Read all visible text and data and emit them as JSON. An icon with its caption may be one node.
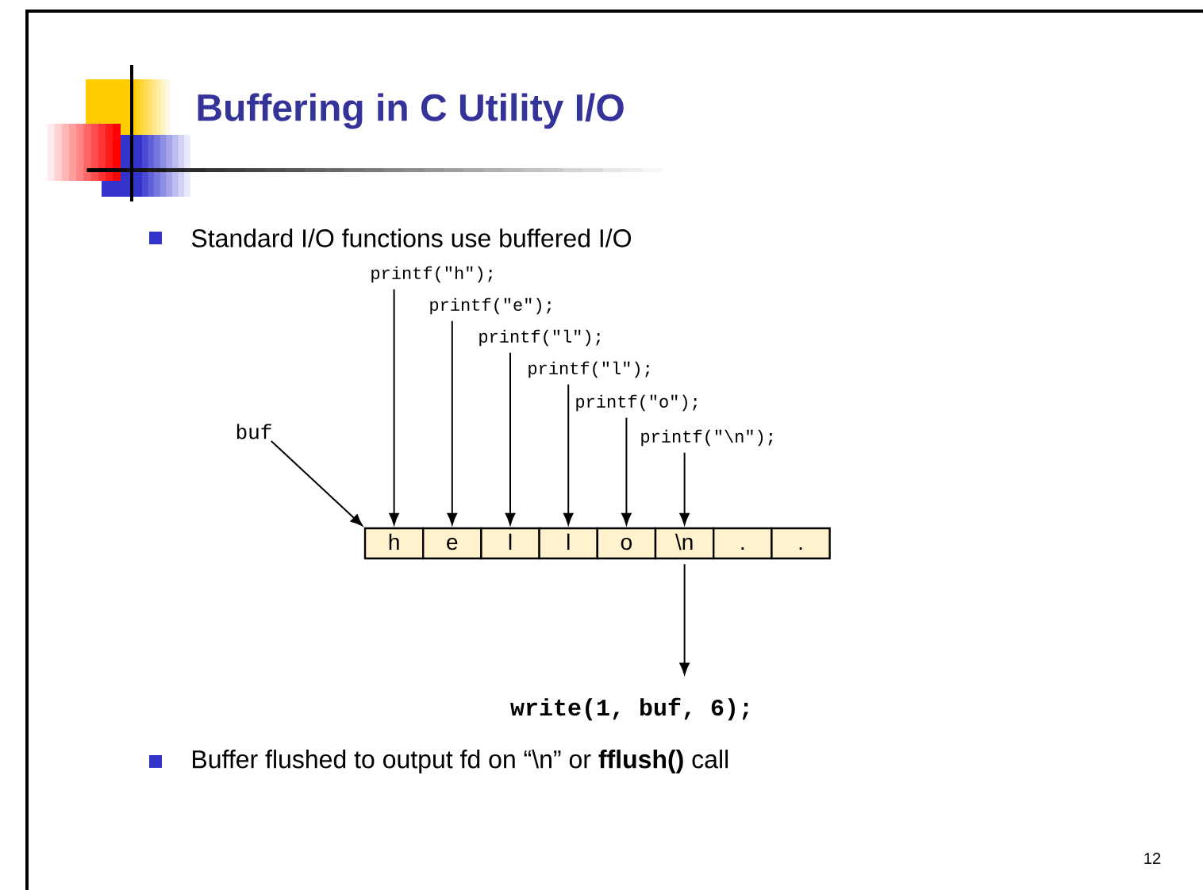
{
  "diagram": {
    "title": "Buffering in C Utility I/O",
    "nodes": [
      {
        "text": [
          "printf(\"h\");"
        ]
      },
      {
        "text": [
          "printf(\"e\");"
        ]
      },
      {
        "text": [
          "printf(\"l\");"
        ]
      },
      {
        "text": [
          "printf(\"l\");"
        ]
      },
      {
        "text": [
          "printf(\"o\");"
        ]
      },
      {
        "text": [
          "printf(\"\\n\");"
        ]
      },
      {
        "text": [
          "buf"
        ]
      },
      {
        "text": [
          "h"
        ]
      },
      {
        "text": [
          "e"
        ]
      },
      {
        "text": [
          "l"
        ]
      },
      {
        "text": [
          "l"
        ]
      },
      {
        "text": [
          "o"
        ]
      },
      {
        "text": [
          "\\n"
        ]
      },
      {
        "text": [
          "."
        ]
      },
      {
        "text": [
          "."
        ]
      },
      {
        "text": [
          "write(1, buf, 6);"
        ]
      }
    ],
    "edges": [
      {
        "from": 0,
        "to": 7,
        "arrow": "to"
      },
      {
        "from": 1,
        "to": 8,
        "arrow": "to"
      },
      {
        "from": 2,
        "to": 9,
        "arrow": "to"
      },
      {
        "from": 3,
        "to": 10,
        "arrow": "to"
      },
      {
        "from": 4,
        "to": 11,
        "arrow": "to"
      },
      {
        "from": 5,
        "to": 12,
        "arrow": "to"
      },
      {
        "from": 6,
        "to": 7,
        "arrow": "to"
      },
      {
        "from": 12,
        "to": 15,
        "arrow": "to"
      }
    ],
    "labels": [
      "Standard I/O functions use buffered I/O",
      "Buffer flushed to output fd on “\\n” or **fflush()** call",
      "12"
    ]
  }
}
